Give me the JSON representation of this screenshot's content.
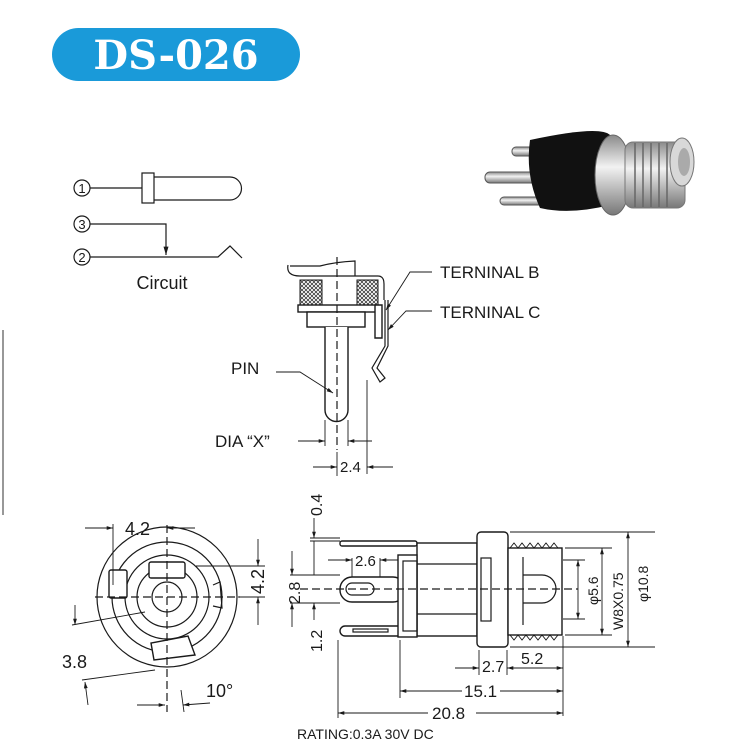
{
  "title": {
    "text": "DS-026",
    "color": "#1a9ad9"
  },
  "circuit": {
    "pin1": "1",
    "pin3": "3",
    "pin2": "2",
    "label": "Circuit"
  },
  "side_view": {
    "terminal_b": "TERNINAL B",
    "terminal_c": "TERNINAL C",
    "pin": "PIN",
    "dia": "DIA “X”",
    "dim_2_4": "2.4"
  },
  "front_view": {
    "dim_top": "4.2",
    "dim_right": "4.2",
    "dim_left": "3.8",
    "angle": "10°"
  },
  "profile_view": {
    "dim_0_4": "0.4",
    "dim_2_8": "2.8",
    "dim_1_2": "1.2",
    "dim_2_6": "2.6",
    "dim_phi_5_6": "φ5.6",
    "dim_thread": "W8X0.75",
    "dim_phi_10_8": "φ10.8",
    "dim_2_7": "2.7",
    "dim_5_2": "5.2",
    "dim_15_1": "15.1",
    "dim_20_8": "20.8"
  },
  "rating": "RATING:0.3A 30V DC"
}
